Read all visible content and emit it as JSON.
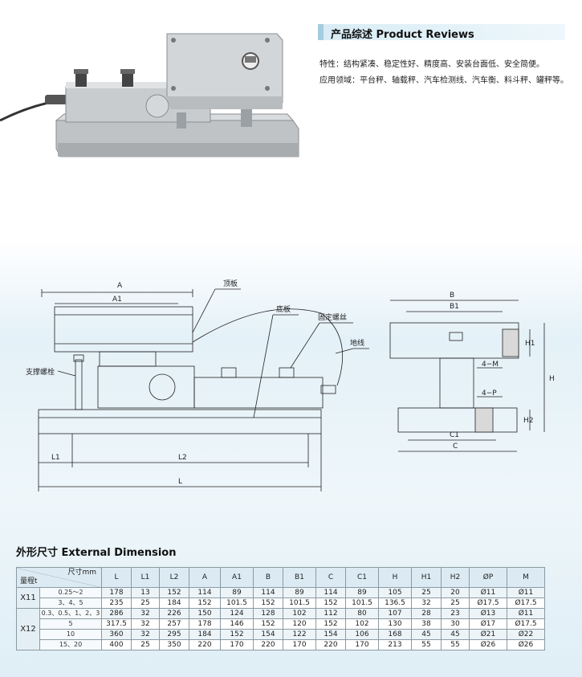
{
  "header": {
    "title": "产品综述 Product Reviews",
    "feature": "特性：结构紧凑、稳定性好、精度高、安装台面低、安全简便。",
    "application": "应用领域：平台秤、轴载秤、汽车检测线、汽车衡、料斗秤、罐秤等。"
  },
  "drawing": {
    "labels": {
      "top_plate": "顶板",
      "base_plate": "底板",
      "fixing_bolt": "固定螺丝",
      "ground_wire": "地线",
      "support_bolt": "支撑螺栓",
      "A": "A",
      "A1": "A1",
      "L": "L",
      "L1": "L1",
      "L2": "L2",
      "B": "B",
      "B1": "B1",
      "C": "C",
      "C1": "C1",
      "H": "H",
      "H1": "H1",
      "H2": "H2",
      "M": "4−M",
      "P": "4−P"
    }
  },
  "table": {
    "title": "外形尺寸 External Dimension",
    "corner_top": "尺寸mm",
    "corner_bottom": "量程t",
    "columns": [
      "L",
      "L1",
      "L2",
      "A",
      "A1",
      "B",
      "B1",
      "C",
      "C1",
      "H",
      "H1",
      "H2",
      "ØP",
      "M"
    ],
    "groups": [
      {
        "model": "X11",
        "rows": [
          {
            "range": "0.25～2",
            "values": [
              "178",
              "13",
              "152",
              "114",
              "89",
              "114",
              "89",
              "114",
              "89",
              "105",
              "25",
              "20",
              "Ø11",
              "Ø11"
            ]
          },
          {
            "range": "3、4、5",
            "values": [
              "235",
              "25",
              "184",
              "152",
              "101.5",
              "152",
              "101.5",
              "152",
              "101.5",
              "136.5",
              "32",
              "25",
              "Ø17.5",
              "Ø17.5"
            ]
          }
        ]
      },
      {
        "model": "X12",
        "rows": [
          {
            "range": "0.3、0.5、1、2、3",
            "values": [
              "286",
              "32",
              "226",
              "150",
              "124",
              "128",
              "102",
              "112",
              "80",
              "107",
              "28",
              "23",
              "Ø13",
              "Ø11"
            ]
          },
          {
            "range": "5",
            "values": [
              "317.5",
              "32",
              "257",
              "178",
              "146",
              "152",
              "120",
              "152",
              "102",
              "130",
              "38",
              "30",
              "Ø17",
              "Ø17.5"
            ]
          },
          {
            "range": "10",
            "values": [
              "360",
              "32",
              "295",
              "184",
              "152",
              "154",
              "122",
              "154",
              "106",
              "168",
              "45",
              "45",
              "Ø21",
              "Ø22"
            ]
          },
          {
            "range": "15、20",
            "values": [
              "400",
              "25",
              "350",
              "220",
              "170",
              "220",
              "170",
              "220",
              "170",
              "213",
              "55",
              "55",
              "Ø26",
              "Ø26"
            ]
          }
        ]
      }
    ]
  }
}
